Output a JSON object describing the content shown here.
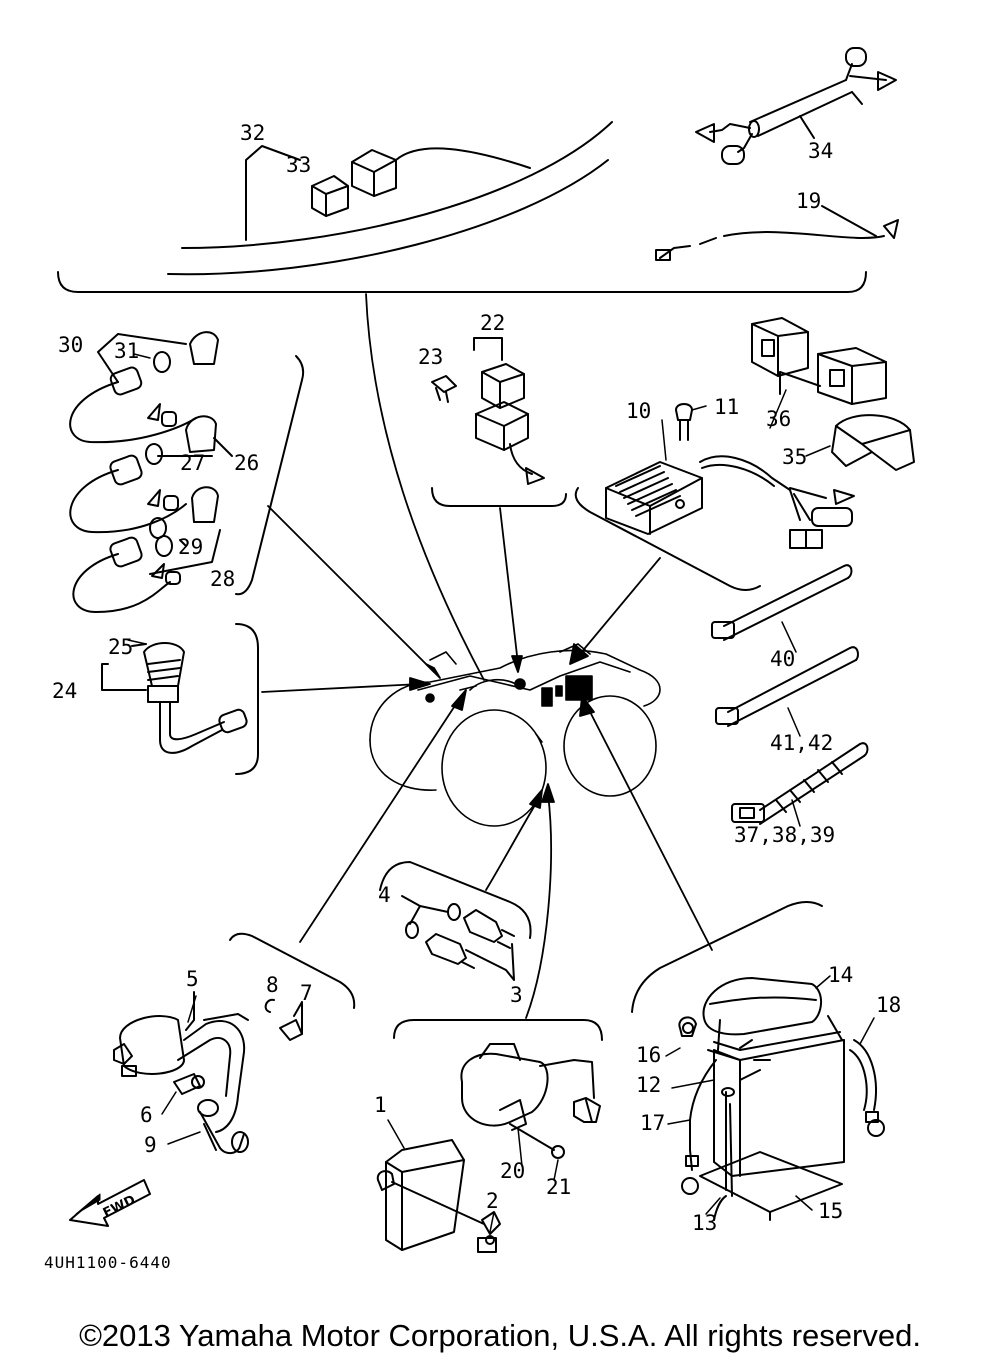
{
  "diagram": {
    "code": "4UH1100-6440",
    "fwd": "FWD",
    "labels": {
      "p1": "1",
      "p2": "2",
      "p3": "3",
      "p4": "4",
      "p5": "5",
      "p6": "6",
      "p7": "7",
      "p8": "8",
      "p9": "9",
      "p10": "10",
      "p11": "11",
      "p12": "12",
      "p13": "13",
      "p14": "14",
      "p15": "15",
      "p16": "16",
      "p17": "17",
      "p18": "18",
      "p19": "19",
      "p20": "20",
      "p21": "21",
      "p22": "22",
      "p23": "23",
      "p24": "24",
      "p25": "25",
      "p26": "26",
      "p27": "27",
      "p28": "28",
      "p29": "29",
      "p30": "30",
      "p31": "31",
      "p32": "32",
      "p33": "33",
      "p34": "34",
      "p35": "35",
      "p36": "36",
      "p37": "37,38,39",
      "p40": "40",
      "p41": "41,42"
    }
  },
  "footer": {
    "copyright": "©2013 Yamaha Motor Corporation, U.S.A. All rights reserved."
  }
}
